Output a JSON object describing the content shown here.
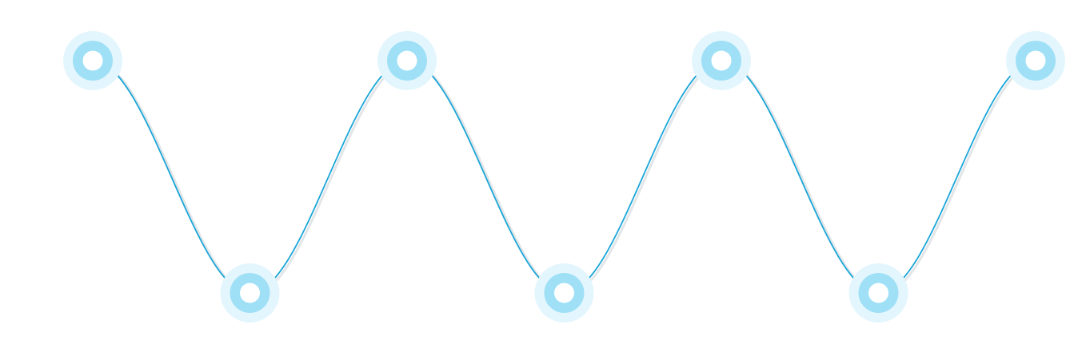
{
  "timeline": {
    "node_count": 7,
    "colors": {
      "line": "#1aa6d8",
      "line_shadow": "#e3e6e8",
      "halo_outer": "#e3f6fd",
      "halo_ring": "#9fe0f7",
      "node_center": "#ffffff"
    },
    "nodes": [
      {
        "level": "top"
      },
      {
        "level": "bottom"
      },
      {
        "level": "top"
      },
      {
        "level": "bottom"
      },
      {
        "level": "top"
      },
      {
        "level": "bottom"
      },
      {
        "level": "top"
      }
    ]
  }
}
